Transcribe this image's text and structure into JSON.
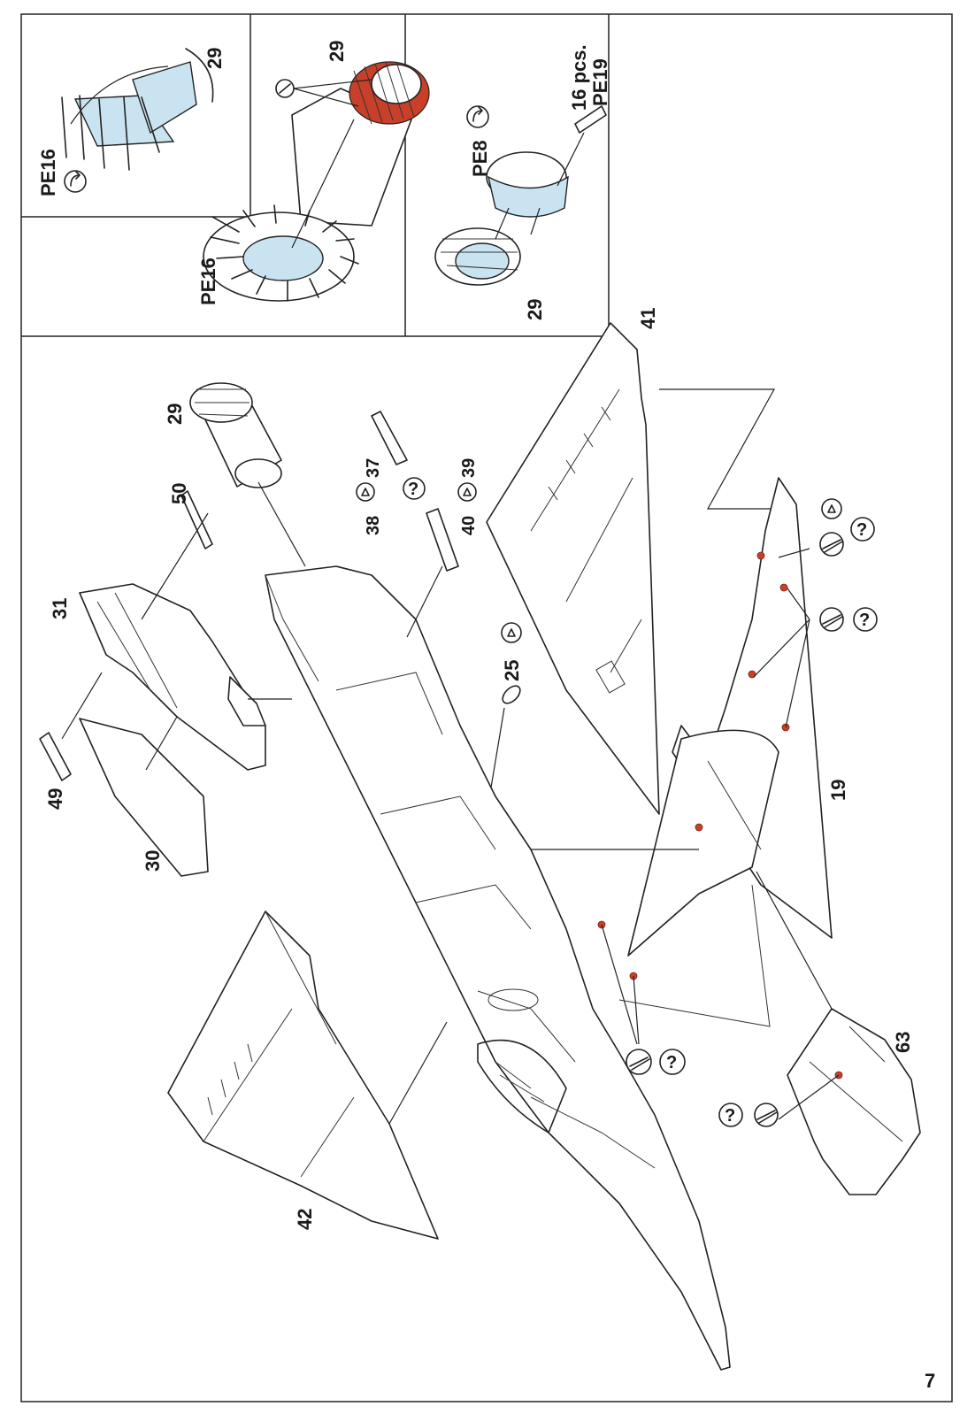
{
  "page": {
    "page_number": "7"
  },
  "insets": {
    "inset1": {
      "part": "29",
      "etch": "PE16"
    },
    "inset2": {
      "part": "29",
      "etch": "PE16"
    },
    "inset3": {
      "part": "29",
      "etch_main": "PE8",
      "etch_small": "PE19",
      "qty": "16 pcs."
    }
  },
  "parts": {
    "exhaust": "29",
    "fin": "31",
    "fin_panel": "30",
    "fin_tip": "49",
    "fin_cap": "50",
    "antenna_a": "37",
    "antenna_a_alt": "38",
    "antenna_b": "39",
    "antenna_b_alt": "40",
    "blade": "25",
    "wing_right": "41",
    "wing_left": "42",
    "airbrake": "19",
    "intake_panel": "63"
  },
  "symbols": {
    "question": "?",
    "rotate_icon": "rotate-arrow",
    "option_icon": "optional-part",
    "hatched_icon": "hatched-circle"
  },
  "colors": {
    "highlight_red": "#c8402a",
    "etch_blue": "#c9e4f0",
    "line": "#222222"
  }
}
